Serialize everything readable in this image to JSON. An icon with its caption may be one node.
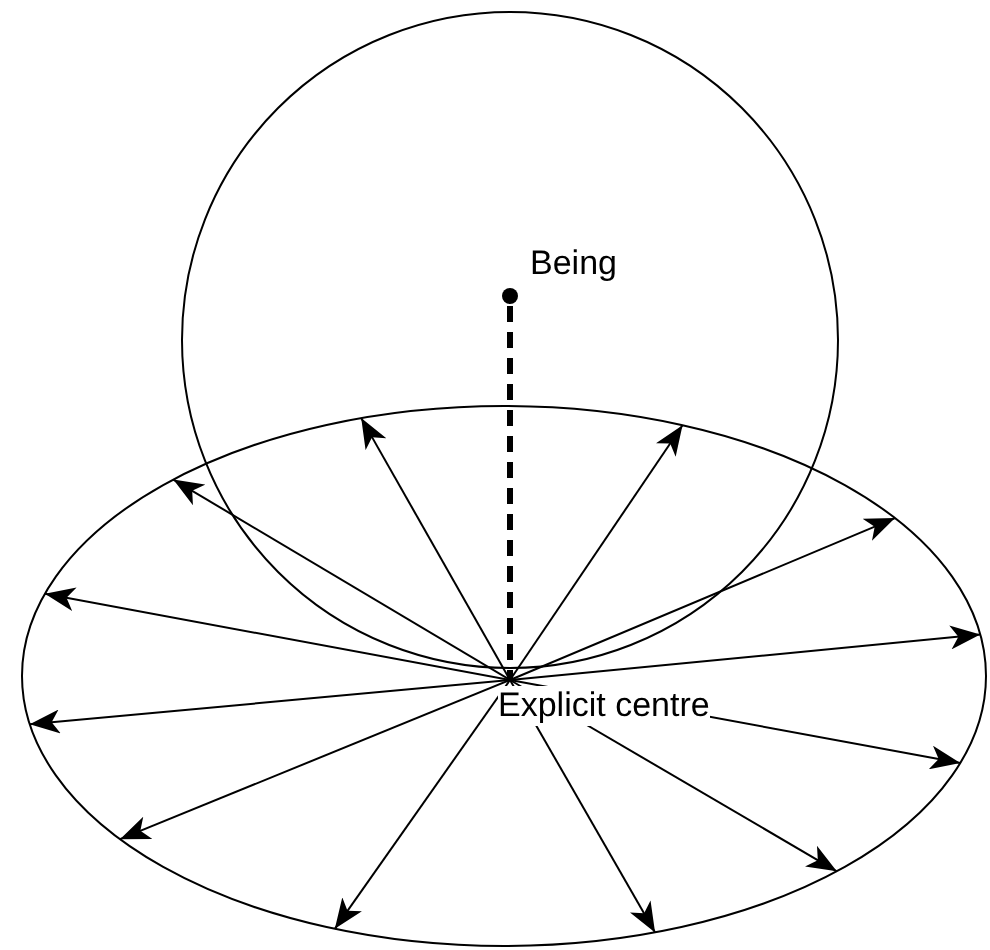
{
  "diagram": {
    "nodes": [
      {
        "text": [],
        "shape": "circle"
      },
      {
        "text": [
          "Being"
        ],
        "in": 0
      },
      {
        "text": [],
        "shape": "ellipse"
      },
      {
        "text": [
          "Explicit centre"
        ],
        "in": 2
      }
    ],
    "edges": [
      {
        "from": 1,
        "to": 3,
        "arrow": "none",
        "style": "dashed"
      },
      {
        "from": 3,
        "to": 2,
        "arrow": "to"
      },
      {
        "from": 3,
        "to": 2,
        "arrow": "to"
      },
      {
        "from": 3,
        "to": 2,
        "arrow": "to"
      },
      {
        "from": 3,
        "to": 2,
        "arrow": "to"
      },
      {
        "from": 3,
        "to": 2,
        "arrow": "to"
      },
      {
        "from": 3,
        "to": 2,
        "arrow": "to"
      },
      {
        "from": 3,
        "to": 2,
        "arrow": "to"
      },
      {
        "from": 3,
        "to": 2,
        "arrow": "to"
      },
      {
        "from": 3,
        "to": 2,
        "arrow": "to"
      },
      {
        "from": 3,
        "to": 2,
        "arrow": "to"
      },
      {
        "from": 3,
        "to": 2,
        "arrow": "to"
      },
      {
        "from": 3,
        "to": 2,
        "arrow": "to"
      }
    ]
  }
}
